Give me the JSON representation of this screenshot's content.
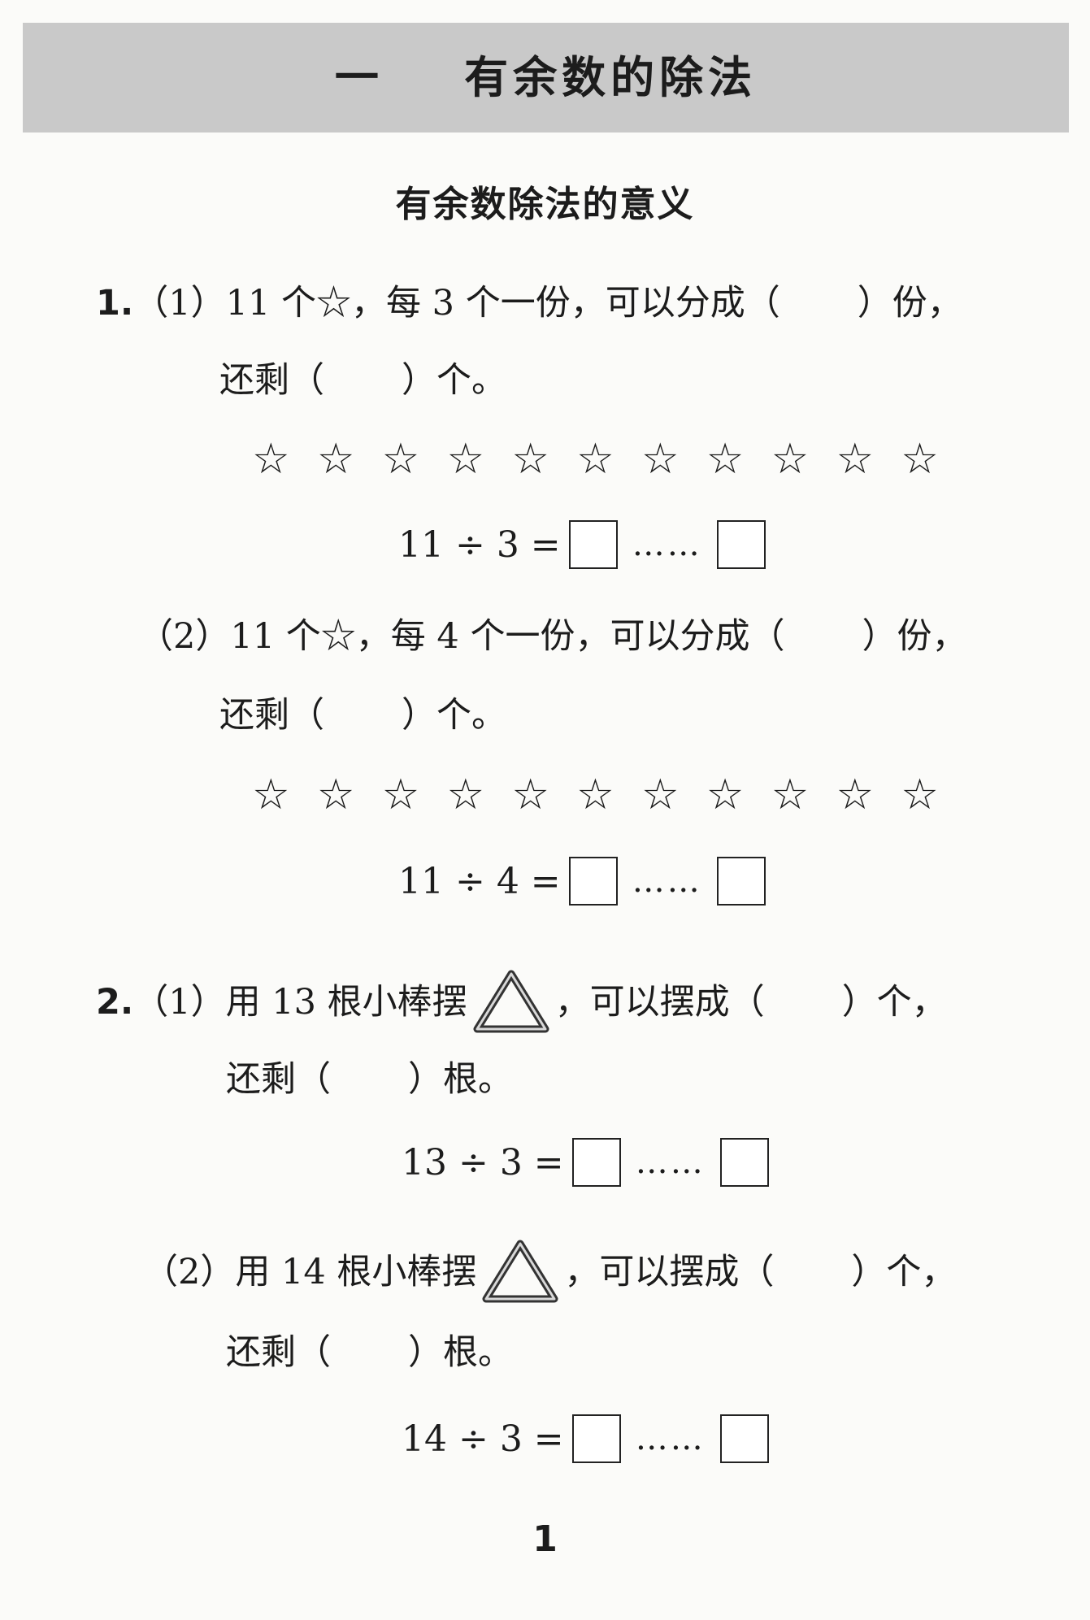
{
  "header": {
    "chapter_title": "一    有余数的除法"
  },
  "section_title": "有余数除法的意义",
  "q1": {
    "number": "1.",
    "p1": {
      "label": "（1）",
      "text_a": "11 个☆，每 3 个一份，可以分成（",
      "text_b": "）份，",
      "line2_a": "还剩（",
      "line2_b": "）个。",
      "stars": [
        "☆",
        "☆",
        "☆",
        "☆",
        "☆",
        "☆",
        "☆",
        "☆",
        "☆",
        "☆",
        "☆"
      ],
      "equation": "11 ÷ 3 =",
      "dots": "……"
    },
    "p2": {
      "label": "（2）",
      "text_a": "11 个☆，每 4 个一份，可以分成（",
      "text_b": "）份，",
      "line2_a": "还剩（",
      "line2_b": "）个。",
      "stars": [
        "☆",
        "☆",
        "☆",
        "☆",
        "☆",
        "☆",
        "☆",
        "☆",
        "☆",
        "☆",
        "☆"
      ],
      "equation": "11 ÷ 4 =",
      "dots": "……"
    }
  },
  "q2": {
    "number": "2.",
    "p1": {
      "label": "（1）",
      "text_a": "用 13 根小棒摆",
      "text_b": "，可以摆成（",
      "text_c": "）个，",
      "line2_a": "还剩（",
      "line2_b": "）根。",
      "equation": "13 ÷ 3 =",
      "dots": "……"
    },
    "p2": {
      "label": "（2）",
      "text_a": "用 14 根小棒摆",
      "text_b": "，可以摆成（",
      "text_c": "）个，",
      "line2_a": "还剩（",
      "line2_b": "）根。",
      "equation": "14 ÷ 3 =",
      "dots": "……"
    }
  },
  "page_number": "1"
}
